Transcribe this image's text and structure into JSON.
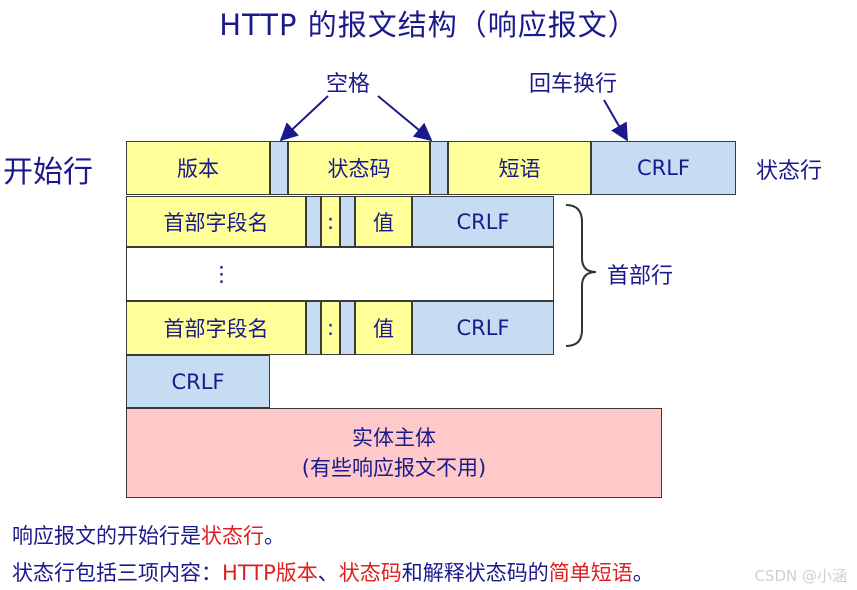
{
  "title": "HTTP 的报文结构（响应报文）",
  "labels": {
    "space": "空格",
    "crlf_top": "回车换行",
    "start_line": "开始行",
    "status_line": "状态行",
    "header_lines": "首部行"
  },
  "status_line_fields": {
    "version": "版本",
    "status_code": "状态码",
    "phrase": "短语",
    "crlf": "CRLF"
  },
  "header_row": {
    "field_name": "首部字段名",
    "colon": ":",
    "value": "值",
    "crlf": "CRLF"
  },
  "ellipsis": "⋮",
  "blank_line_crlf": "CRLF",
  "body": {
    "line1": "实体主体",
    "line2": "(有些响应报文不用)"
  },
  "notes": {
    "line1_pre": "响应报文的开始行是",
    "line1_red": "状态行",
    "line1_post": "。",
    "line2_pre": "状态行包括三项内容：",
    "line2_red1": "HTTP版本",
    "line2_sep": "、",
    "line2_red2": "状态码",
    "line2_mid": "和解释状态码的",
    "line2_red3": "简单短语",
    "line2_post": "。"
  },
  "watermark": "CSDN @小涵",
  "colors": {
    "yellow": "#ffff99",
    "blue": "#c6dcf2",
    "pink": "#ffc9c9",
    "text": "#1a1a8c",
    "highlight": "#e02020"
  }
}
